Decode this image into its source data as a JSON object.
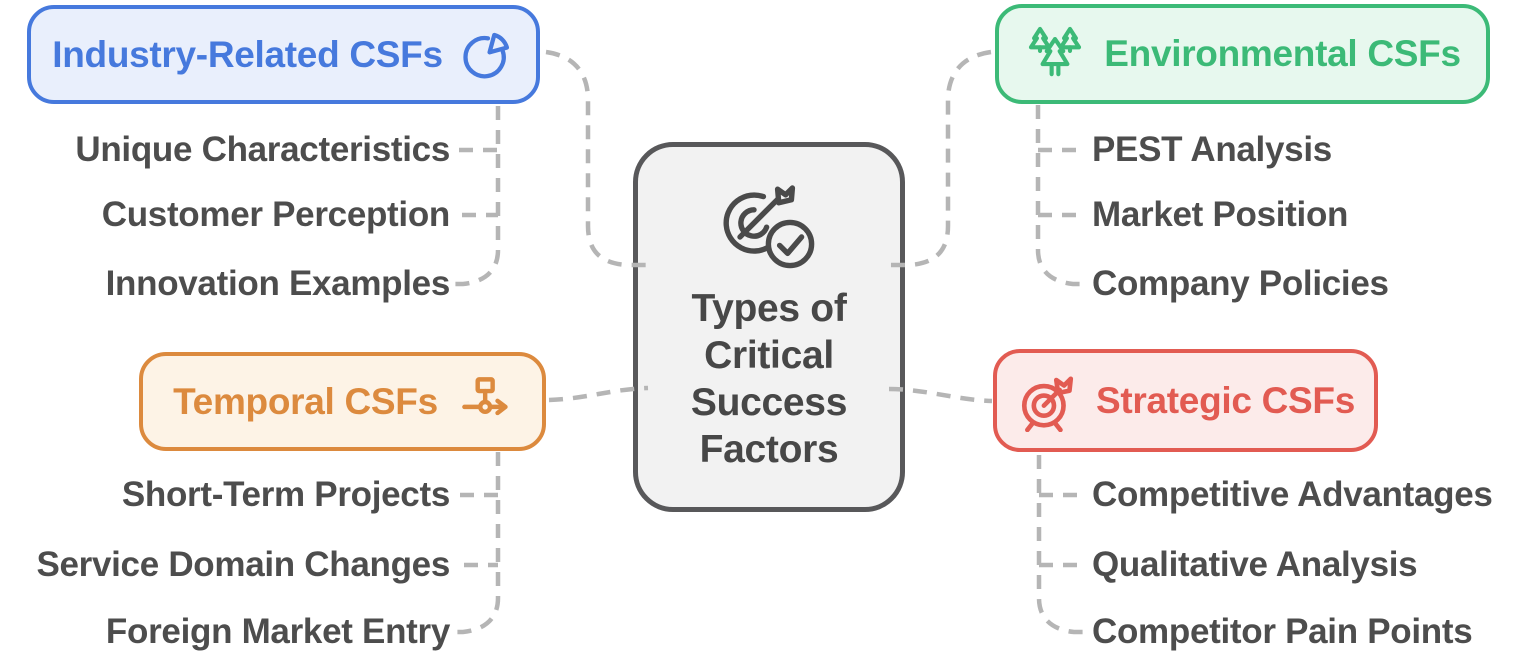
{
  "title": "Types of Critical Success Factors",
  "center": {
    "label": "Types of Critical Success Factors",
    "icon": "target-arrow-check-icon"
  },
  "branches": [
    {
      "id": "industry-related",
      "label": "Industry-Related CSFs",
      "icon": "pie-chart-icon",
      "color": "#4679dd",
      "bg": "#e9effc",
      "items": [
        "Unique Characteristics",
        "Customer Perception",
        "Innovation Examples"
      ]
    },
    {
      "id": "environmental",
      "label": "Environmental CSFs",
      "icon": "trees-icon",
      "color": "#3cba77",
      "bg": "#e7f8ee",
      "items": [
        "PEST Analysis",
        "Market Position",
        "Company Policies"
      ]
    },
    {
      "id": "temporal",
      "label": "Temporal CSFs",
      "icon": "workflow-arrow-icon",
      "color": "#dc8a3e",
      "bg": "#fdf3e6",
      "items": [
        "Short-Term Projects",
        "Service Domain Changes",
        "Foreign Market Entry"
      ]
    },
    {
      "id": "strategic",
      "label": "Strategic CSFs",
      "icon": "dartboard-arrow-icon",
      "color": "#e25b52",
      "bg": "#fcebea",
      "items": [
        "Competitive Advantages",
        "Qualitative Analysis",
        "Competitor Pain Points"
      ]
    }
  ],
  "colors": {
    "item_text": "#4d4d4d",
    "connector": "#b5b5b5",
    "center_border": "#58585a",
    "center_bg": "#f2f2f2",
    "center_text": "#474747",
    "center_icon": "#4a4a4a"
  }
}
